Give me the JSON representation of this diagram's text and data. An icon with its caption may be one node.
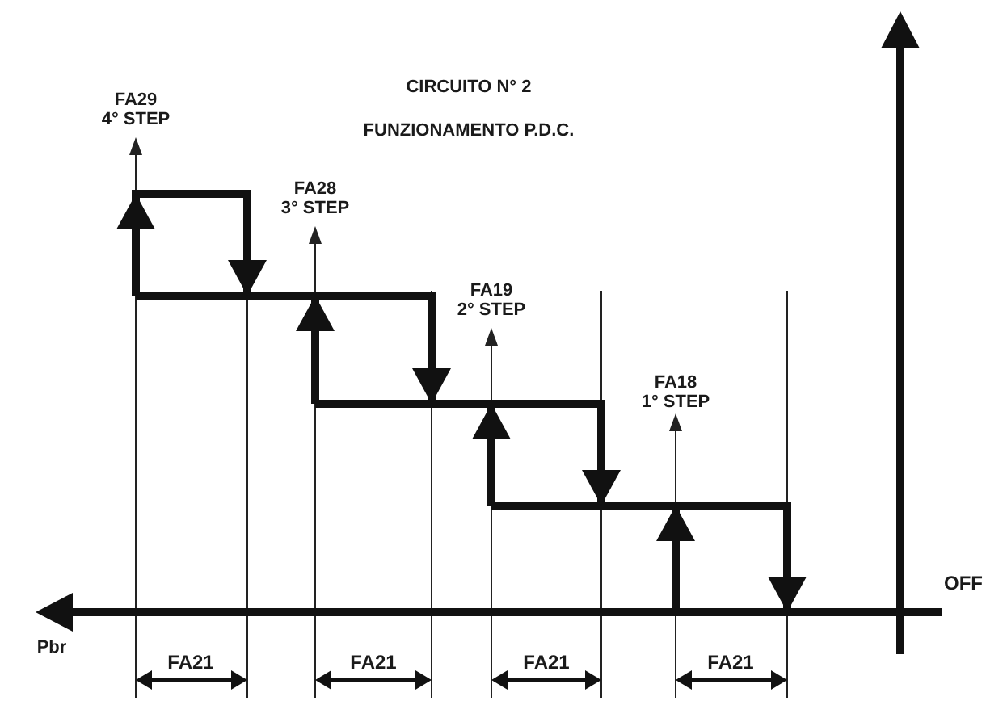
{
  "diagram": {
    "title": "CIRCUITO N° 2",
    "labels": [
      "FUNZIONAMENTO P.D.C.",
      "FA29",
      "4° STEP",
      "FA28",
      "3° STEP",
      "FA19",
      "2° STEP",
      "FA18",
      "1° STEP",
      "OFF",
      "Pbr",
      "FA21",
      "FA21",
      "FA21",
      "FA21"
    ]
  }
}
